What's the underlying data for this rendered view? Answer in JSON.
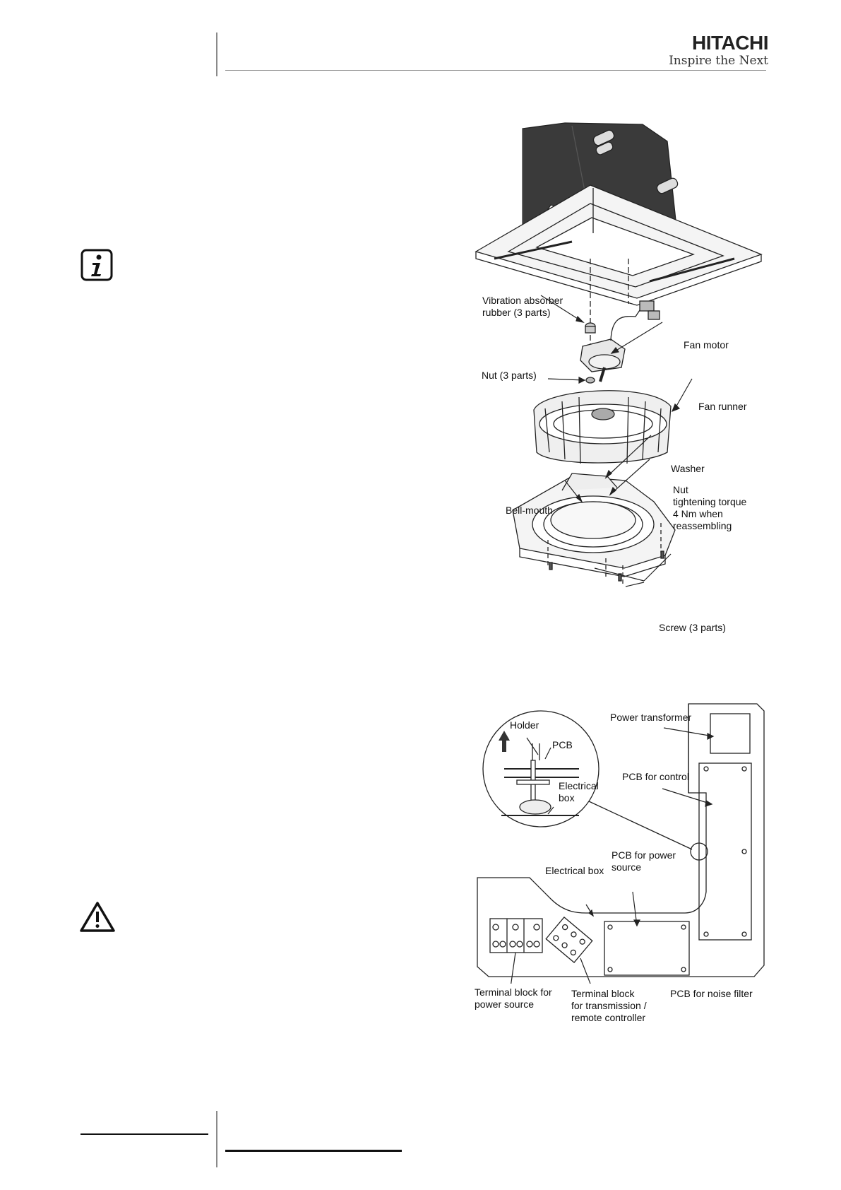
{
  "header": {
    "brand_name": "HITACHI",
    "brand_tagline": "Inspire the Next"
  },
  "figure_fan": {
    "labels": {
      "vibration_absorber_1": "Vibration absorber",
      "vibration_absorber_2": "rubber (3 parts)",
      "fan_motor": "Fan motor",
      "nut_3_parts": "Nut (3 parts)",
      "fan_runner": "Fan runner",
      "washer": "Washer",
      "nut_1": "Nut",
      "nut_2": "tightening torque",
      "nut_3": "4 Nm when",
      "nut_4": "reassembling",
      "bell_mouth": "Bell-mouth",
      "screw": "Screw (3 parts)"
    }
  },
  "figure_box": {
    "labels": {
      "holder": "Holder",
      "pcb": "PCB",
      "electrical_box_detail_1": "Electrical",
      "electrical_box_detail_2": "box",
      "power_transformer": "Power transformer",
      "pcb_for_control": "PCB for control",
      "pcb_for_power_source_1": "PCB for power",
      "pcb_for_power_source_2": "source",
      "electrical_box": "Electrical box",
      "terminal_block_power_1": "Terminal block for",
      "terminal_block_power_2": "power source",
      "terminal_block_trans_1": "Terminal block",
      "terminal_block_trans_2": "for transmission /",
      "terminal_block_trans_3": "remote controller",
      "pcb_for_noise_filter": "PCB for noise filter"
    }
  }
}
